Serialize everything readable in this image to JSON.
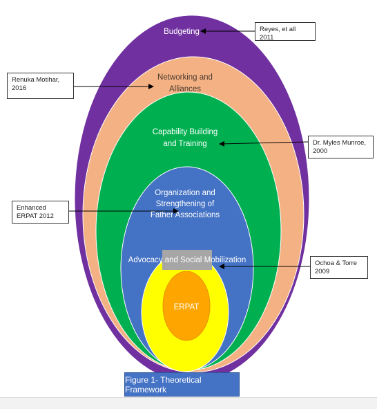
{
  "rings": [
    {
      "id": "budgeting",
      "label": "Budgeting",
      "color": "#7030a0"
    },
    {
      "id": "networking",
      "label": "Networking and Alliances",
      "color": "#f4b183"
    },
    {
      "id": "capability",
      "label": "Capability Building and Training",
      "color": "#00b050"
    },
    {
      "id": "organization",
      "label": "Organization and Strengthening of Father Associations",
      "color": "#4472c4"
    },
    {
      "id": "advocacy",
      "label": "Advocacy and Social Mobilization",
      "color": "#ffff00"
    },
    {
      "id": "core",
      "label": "ERPAT",
      "color": "#ffa500"
    }
  ],
  "callouts": [
    {
      "id": "reyes",
      "text": "Reyes, et all 2011"
    },
    {
      "id": "motihar",
      "text": "Renuka Motihar, 2016"
    },
    {
      "id": "munroe",
      "text": "Dr. Myles Munroe, 2000"
    },
    {
      "id": "enhanced",
      "text": "Enhanced ERPAT 2012"
    },
    {
      "id": "ochoa",
      "text": "Ochoa & Torre 2009"
    }
  ],
  "caption": "Figure 1- Theoretical Framework"
}
